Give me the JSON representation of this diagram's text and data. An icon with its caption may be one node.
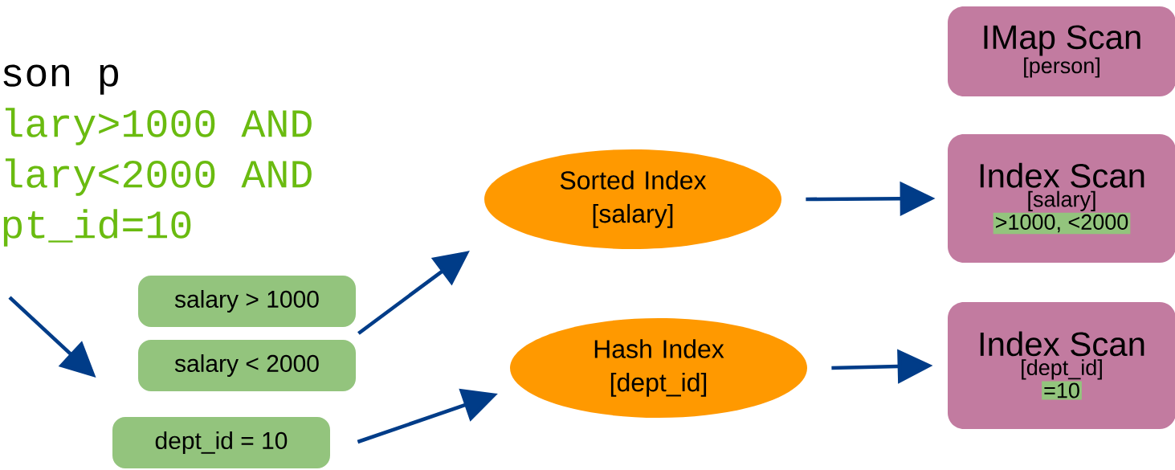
{
  "diagram": {
    "nodes": [
      {
        "text": [
          "son p",
          "lary>1000 AND",
          "lary<2000 AND",
          "pt_id=10"
        ]
      },
      {
        "text": [
          "salary > 1000"
        ]
      },
      {
        "text": [
          "salary < 2000"
        ]
      },
      {
        "text": [
          "dept_id = 10"
        ]
      },
      {
        "text": [
          "Sorted Index [salary]"
        ]
      },
      {
        "text": [
          "Hash Index [dept_id]"
        ]
      },
      {
        "text": [
          "IMap Scan",
          "[person]"
        ]
      },
      {
        "text": [
          "Index Scan",
          "[salary]",
          ">1000, <2000"
        ]
      },
      {
        "text": [
          "Index Scan",
          "[dept_id]",
          "=10"
        ]
      }
    ],
    "edges": [
      {
        "from": 0,
        "to": 2,
        "arrow": "to"
      },
      {
        "from": 1,
        "to": 4,
        "arrow": "to"
      },
      {
        "from": 2,
        "to": 4,
        "arrow": "to"
      },
      {
        "from": 3,
        "to": 5,
        "arrow": "to"
      },
      {
        "from": 4,
        "to": 7,
        "arrow": "to"
      },
      {
        "from": 5,
        "to": 8,
        "arrow": "to"
      }
    ]
  }
}
